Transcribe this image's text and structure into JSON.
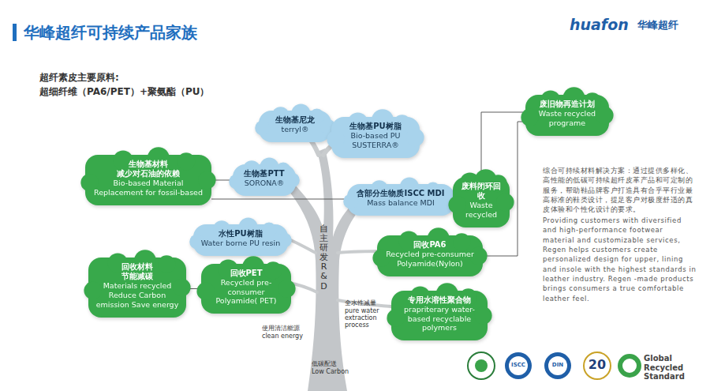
{
  "diagram": {
    "title": "华峰超纤可持续产品家族",
    "nodes": [
      {
        "text": [
          "生物基尼龙",
          "terryl®"
        ]
      },
      {
        "text": [
          "生物基PU树脂",
          "Bio-based PU SUSTERRA®"
        ]
      },
      {
        "text": [
          "生物基PTT",
          "SORONA®"
        ]
      },
      {
        "text": [
          "生物基材料",
          "减少对石油的依赖",
          "Bio-based Material Replacement for fossil-based"
        ]
      },
      {
        "text": [
          "含部分生物质ISCC MDI",
          "Mass balance MDI"
        ]
      },
      {
        "text": [
          "废旧物再造计划",
          "Waste recycled programe"
        ]
      },
      {
        "text": [
          "废料闭环回收",
          "Waste recycled"
        ]
      },
      {
        "text": [
          "水性PU树脂",
          "Water borne PU resin"
        ]
      },
      {
        "text": [
          "回收PA6",
          "Recycled pre-consumer Polyamide(Nylon)"
        ]
      },
      {
        "text": [
          "回收材料",
          "节能减碳",
          "Materials recycled Reduce Carbon emission Save energy"
        ]
      },
      {
        "text": [
          "回收PET",
          "Recycled pre-consumer Polyamide( PET)"
        ]
      },
      {
        "text": [
          "专用水溶性聚合物",
          "prapriterary water-based recyclable polymers"
        ]
      }
    ],
    "edges": [
      {
        "from": 3,
        "to": 2,
        "arrow": "none"
      },
      {
        "from": 3,
        "to": 4,
        "arrow": "none"
      },
      {
        "from": 9,
        "to": 10,
        "arrow": "none"
      },
      {
        "from": 5,
        "to": 6,
        "arrow": "none"
      },
      {
        "from": 5,
        "to": 8,
        "arrow": "none"
      }
    ],
    "labels": [
      "huafon",
      "华峰超纤",
      "超纤素皮主要原料:",
      "超细纤维（PA6/PET）+聚氨酯（PU）",
      "自主研发R&D",
      "全水性减量",
      "pure water extraction process",
      "使用清洁能源",
      "clean energy",
      "低碳配送",
      "Low Carbon",
      "综合可持续材料解决方案：通过提供多样化、高性能的低碳可持续超纤皮革产品和可定制的服务，帮助鞋品牌客户打造具有合乎平行业最高标准的鞋类设计，提足客户对极度舒适的真皮体验和个性化设计的要求。",
      "Providing customers with diversified and high-performance footwear material and customizable services, Regen helps customers create personalized design for upper, lining and insole with the highest standards in leather industry. Regen -made products brings consumers a true comfortable leather feel.",
      "ISCC",
      "DIN",
      "20",
      "Global Recycled Standard"
    ]
  }
}
